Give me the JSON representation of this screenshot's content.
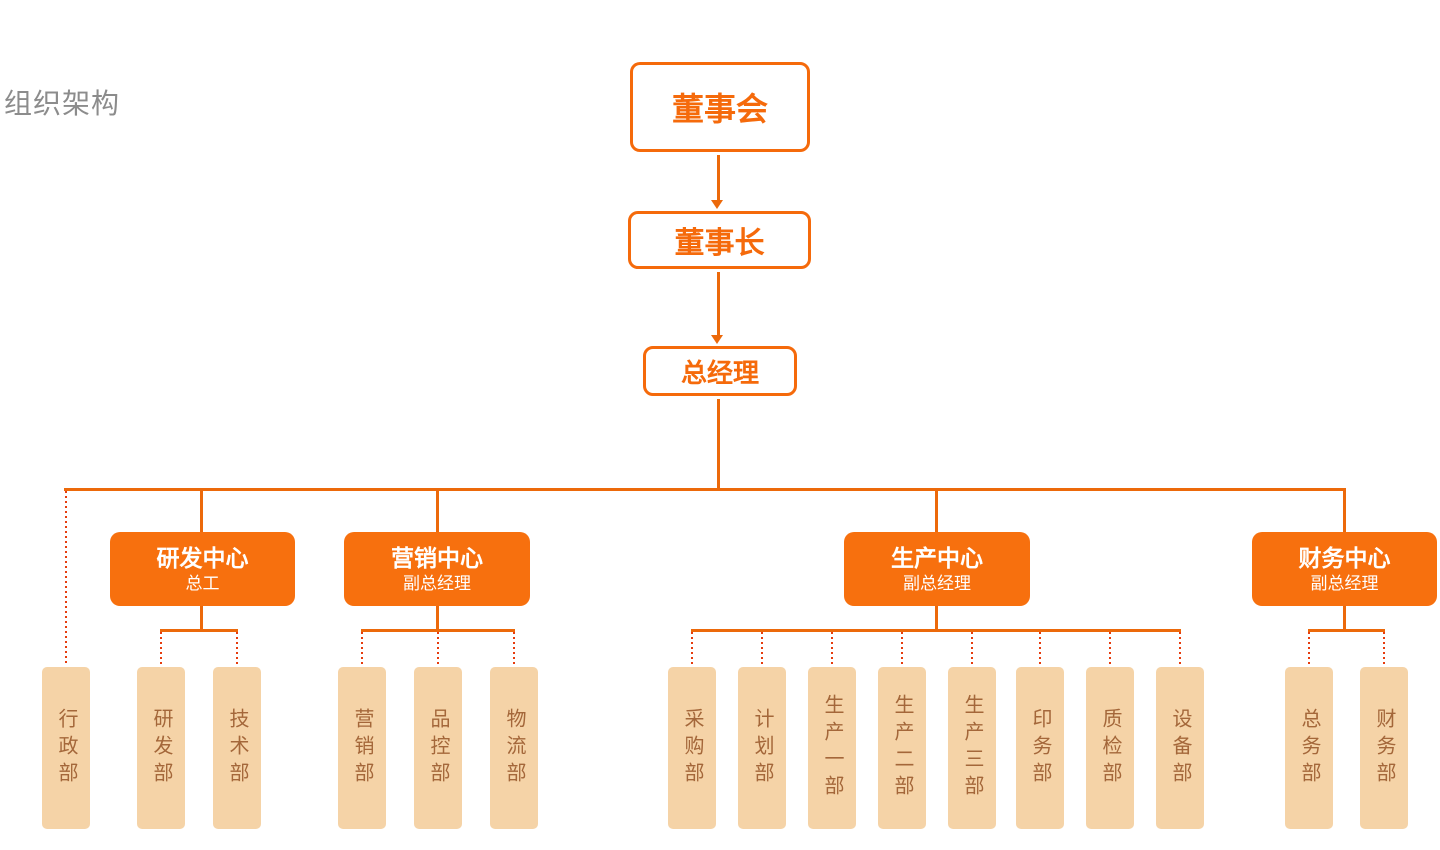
{
  "title": "组织架构",
  "colors": {
    "accent_orange": "#f56a0b",
    "line_orange": "#ec690a",
    "dotted_red_orange": "#e63c0e",
    "center_box_fill": "#f7700e",
    "center_box_text": "#ffffff",
    "dept_box_fill": "#f5d3a7",
    "dept_box_text": "#a4673a",
    "title_text": "#8c8c8c"
  },
  "hierarchy": {
    "top": [
      {
        "label": "董事会"
      },
      {
        "label": "董事长"
      },
      {
        "label": "总经理"
      }
    ],
    "direct_departments": [
      "行政部"
    ],
    "centers": [
      {
        "name": "研发中心",
        "role": "总工",
        "departments": [
          "研发部",
          "技术部"
        ]
      },
      {
        "name": "营销中心",
        "role": "副总经理",
        "departments": [
          "营销部",
          "品控部",
          "物流部"
        ]
      },
      {
        "name": "生产中心",
        "role": "副总经理",
        "departments": [
          "采购部",
          "计划部",
          "生产一部",
          "生产二部",
          "生产三部",
          "印务部",
          "质检部",
          "设备部"
        ]
      },
      {
        "name": "财务中心",
        "role": "副总经理",
        "departments": [
          "总务部",
          "财务部"
        ]
      }
    ]
  }
}
